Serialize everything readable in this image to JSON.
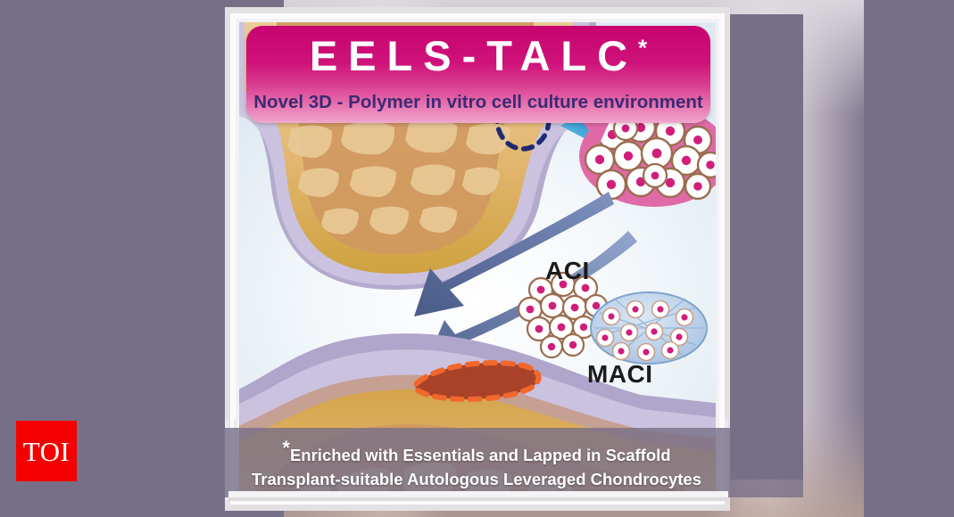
{
  "brand": {
    "logo_text": "TOI",
    "logo_bg": "#f50000",
    "logo_fg": "#ffffff"
  },
  "banner": {
    "title": "EELS-TALC",
    "title_asterisk": "*",
    "subtitle": "Novel 3D - Polymer in vitro cell culture environment",
    "bg_from": "#c7036f",
    "bg_to": "#f0a8cd",
    "title_color": "#ffffff",
    "subtitle_color": "#3b2a74"
  },
  "diagram": {
    "labels": {
      "aci": "ACI",
      "maci": "MACI"
    },
    "colors": {
      "bone_fill": "#e0b878",
      "bone_inner": "#c98a54",
      "cartilage": "#b7aed2",
      "cartilage_light": "#cfc6e0",
      "lesion_fill": "#a8432a",
      "lesion_outline": "#f2682c",
      "marker_circle": "#1f2a6e",
      "arrow_blue": "#1f7fc4",
      "arrow_slate": "#5a6d9e",
      "cluster_pink": "#e06aa8",
      "cell_white": "#ffffff",
      "nucleus": "#cf1f7a",
      "cell_outline": "#9a6d4e",
      "maci_oval": "#b9cfe8"
    },
    "elements": [
      {
        "name": "femur-bone",
        "type": "bone"
      },
      {
        "name": "tibia-bone",
        "type": "bone"
      },
      {
        "name": "cartilage-defect-lesion",
        "type": "lesion"
      },
      {
        "name": "biopsy-marker-circle",
        "type": "dashed-circle"
      },
      {
        "name": "chondrocyte-culture-cluster",
        "type": "cell-cluster"
      },
      {
        "name": "aci-cell-cluster",
        "type": "cell-cluster"
      },
      {
        "name": "maci-scaffold-oval",
        "type": "scaffold"
      }
    ]
  },
  "caption": {
    "asterisk": "*",
    "line1": "Enriched with Essentials and Lapped in Scaffold",
    "line2": "Transplant-suitable Autologous Leveraged Chondrocytes",
    "bar_color": "#776f87",
    "text_color": "#ffffff"
  },
  "background": {
    "base_color": "#776f87",
    "glow_color": "#eeecf0"
  }
}
